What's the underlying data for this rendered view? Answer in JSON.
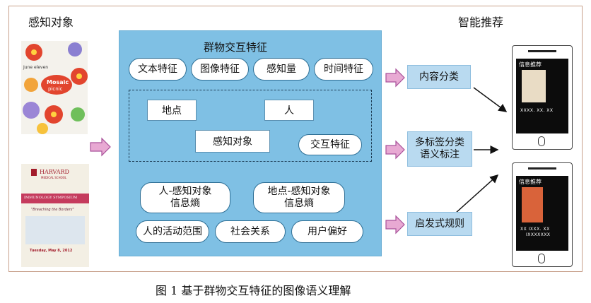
{
  "left_label": "感知对象",
  "right_label": "智能推荐",
  "panel": {
    "title": "群物交互特征",
    "top_features": [
      "文本特征",
      "图像特征",
      "感知量",
      "时间特征"
    ],
    "nodes": {
      "place": "地点",
      "person": "人",
      "object": "感知对象",
      "interaction": "交互特征"
    },
    "bottom_row1": [
      {
        "line1": "人-感知对象",
        "line2": "信息熵"
      },
      {
        "line1": "地点-感知对象",
        "line2": "信息熵"
      }
    ],
    "bottom_row2": [
      "人的活动范围",
      "社会关系",
      "用户偏好"
    ]
  },
  "outputs": [
    {
      "line1": "内容分类",
      "line2": ""
    },
    {
      "line1": "多标签分类",
      "line2": "语义标注"
    },
    {
      "line1": "启发式规则",
      "line2": ""
    }
  ],
  "phones": [
    {
      "title": "信息推荐",
      "text1": "XXXX. XX. XX",
      "text2": ""
    },
    {
      "title": "信息推荐",
      "text1": "XX  IXXX. XX",
      "text2": "IXXXXXXX"
    }
  ],
  "posters": {
    "poster1_title": "Mosaic",
    "poster1_sub": "picnic",
    "poster1_date": "June eleven",
    "poster2_org": "HARVARD",
    "poster2_sub": "MEDICAL SCHOOL",
    "poster2_title": "IMMUNOLOGY SYMPOSIUM",
    "poster2_tag": "\"Breaching the Borders\"",
    "poster2_date": "Tuesday, May 8, 2012"
  },
  "caption": "图 1   基于群物交互特征的图像语义理解",
  "colors": {
    "panel_bg": "#7fc0e4",
    "pill_border": "#2f6f95",
    "output_bg": "#b9daf0",
    "arrow_fill": "#e8a9d3",
    "arrow_stroke": "#a9519a",
    "connector": "#2a8fcf"
  }
}
